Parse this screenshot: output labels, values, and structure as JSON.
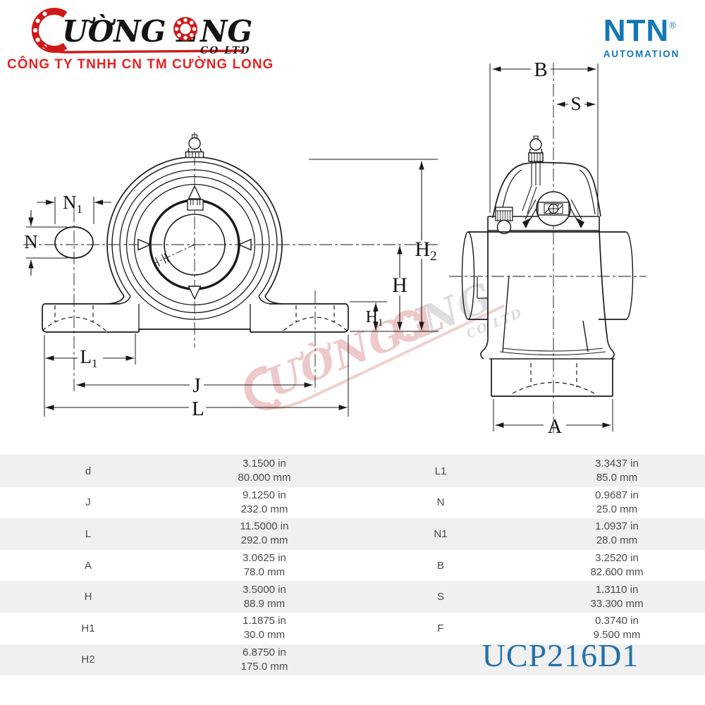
{
  "colors": {
    "ntn_blue": "#1578b5",
    "logo_red": "#cf1a1a",
    "subtitle_red": "#e32526",
    "product_code_blue": "#2471a8",
    "table_stripe": "#f0f0f1",
    "line_color": "#1a1a1a"
  },
  "header": {
    "brand_part1": "ƯỜNG L",
    "brand_part2": "NG",
    "brand_coltd": "CO LTD",
    "subtitle": "CÔNG TY TNHH CN TM CƯỜNG LONG",
    "ntn_name": "NTN",
    "ntn_reg": "®",
    "ntn_tagline": "AUTOMATION"
  },
  "watermark": {
    "part1": "ƯỜNG L",
    "part2": "NG",
    "coltd": "CO LTD"
  },
  "drawing": {
    "dims": {
      "N1_main": "N",
      "N1_sub": "1",
      "N": "N",
      "H2_main": "H",
      "H2_sub": "2",
      "H": "H",
      "H1_main": "H",
      "H1_sub": "1",
      "L1_main": "L",
      "L1_sub": "1",
      "J": "J",
      "L": "L",
      "B": "B",
      "S": "S",
      "A": "A"
    }
  },
  "product_code": "UCP216D1",
  "table": {
    "rows": [
      {
        "k1": "d",
        "in1": "3.1500 in",
        "mm1": "80.000 mm",
        "k2": "L1",
        "in2": "3.3437 in",
        "mm2": "85.0 mm"
      },
      {
        "k1": "J",
        "in1": "9.1250 in",
        "mm1": "232.0 mm",
        "k2": "N",
        "in2": "0.9687 in",
        "mm2": "25.0 mm"
      },
      {
        "k1": "L",
        "in1": "11.5000 in",
        "mm1": "292.0 mm",
        "k2": "N1",
        "in2": "1.0937 in",
        "mm2": "28.0 mm"
      },
      {
        "k1": "A",
        "in1": "3.0625 in",
        "mm1": "78.0 mm",
        "k2": "B",
        "in2": "3.2520 in",
        "mm2": "82.600 mm"
      },
      {
        "k1": "H",
        "in1": "3.5000 in",
        "mm1": "88.9 mm",
        "k2": "S",
        "in2": "1.3110 in",
        "mm2": "33.300 mm"
      },
      {
        "k1": "H1",
        "in1": "1.1875 in",
        "mm1": "30.0 mm",
        "k2": "F",
        "in2": "0.3740 in",
        "mm2": "9.500 mm"
      },
      {
        "k1": "H2",
        "in1": "6.8750 in",
        "mm1": "175.0 mm",
        "k2": "",
        "in2": "",
        "mm2": ""
      }
    ]
  }
}
